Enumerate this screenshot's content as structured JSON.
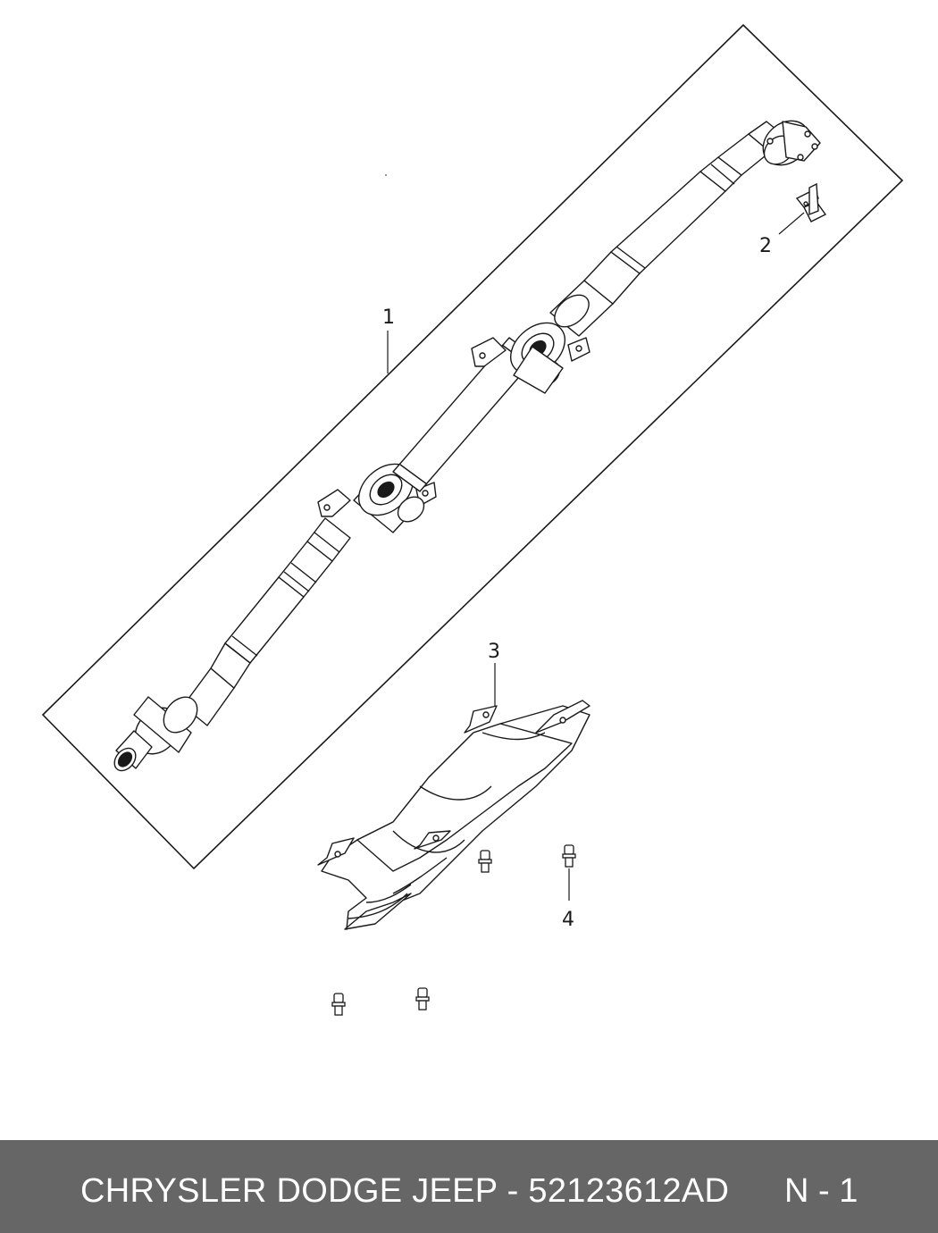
{
  "diagram": {
    "callouts": [
      {
        "id": "1",
        "label": "1"
      },
      {
        "id": "2",
        "label": "2"
      },
      {
        "id": "3",
        "label": "3"
      },
      {
        "id": "4",
        "label": "4"
      }
    ]
  },
  "footer": {
    "brand_part": "CHRYSLER DODGE JEEP - 52123612AD",
    "page": "N - 1"
  },
  "colors": {
    "footer_bg": "#666666",
    "line": "#1a1a1a"
  }
}
